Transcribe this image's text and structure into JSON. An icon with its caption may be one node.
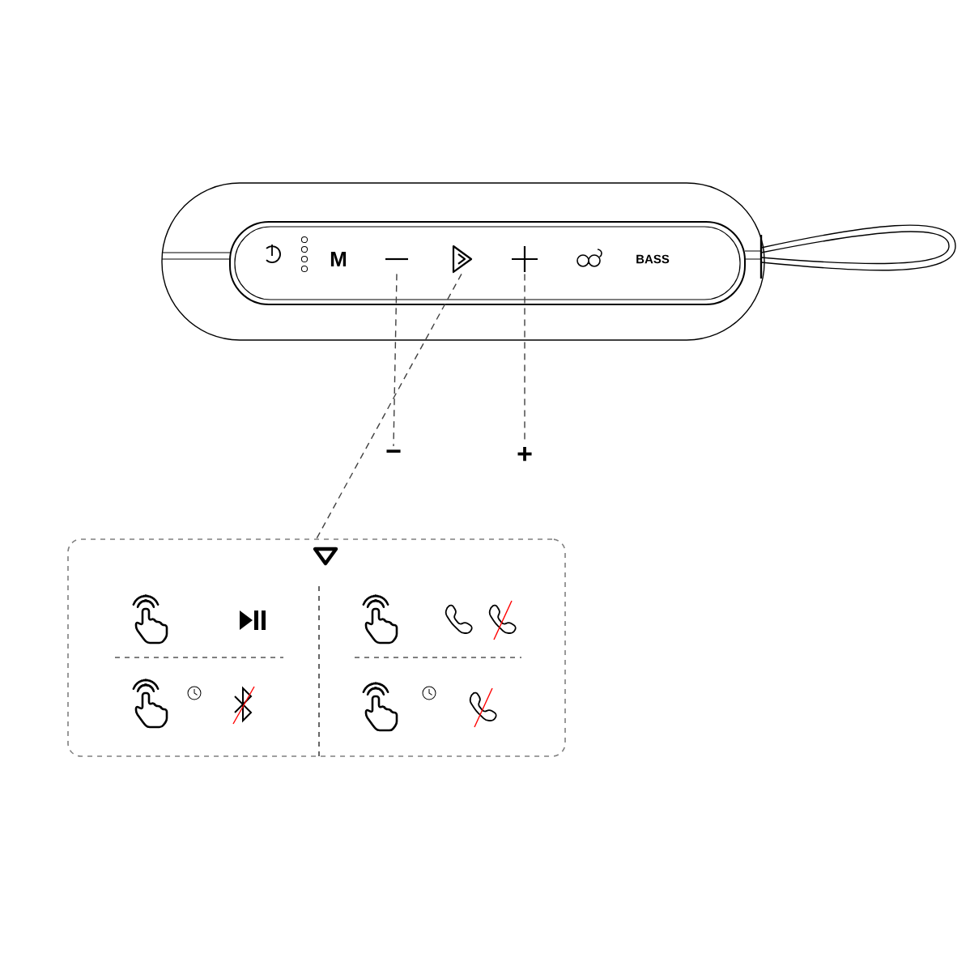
{
  "diagram": {
    "nodes": [
      {
        "text": [],
        "shape": "button"
      },
      {
        "text": [],
        "shape": "button"
      },
      {
        "text": [],
        "shape": "button"
      },
      {
        "text": [
          "−"
        ]
      },
      {
        "text": [
          "+"
        ]
      },
      {
        "text": [],
        "shape": "box"
      }
    ],
    "edges": [
      {
        "from": 0,
        "to": 3,
        "arrow": "none",
        "style": "dashed"
      },
      {
        "from": 1,
        "to": 5,
        "arrow": "none",
        "style": "dashed"
      },
      {
        "from": 2,
        "to": 4,
        "arrow": "none",
        "style": "dashed"
      }
    ],
    "labels": [
      "M",
      "BASS"
    ]
  }
}
